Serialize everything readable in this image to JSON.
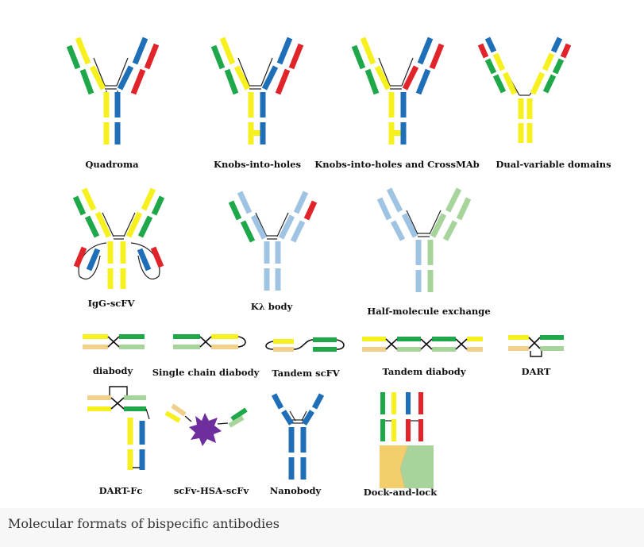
{
  "figure": {
    "formats": [
      {
        "id": "quadroma",
        "label": "Quadroma"
      },
      {
        "id": "knobs-into-holes",
        "label": "Knobs-into-holes"
      },
      {
        "id": "knobs-into-holes-crossmab",
        "label": "Knobs-into-holes and CrossMAb"
      },
      {
        "id": "dual-variable-domains",
        "label": "Dual-variable domains"
      },
      {
        "id": "igg-scfv",
        "label": "IgG-scFV"
      },
      {
        "id": "k-lambda-body",
        "label": "Kλ body"
      },
      {
        "id": "half-molecule-exchange",
        "label": "Half-molecule exchange"
      },
      {
        "id": "diabody",
        "label": "diabody"
      },
      {
        "id": "single-chain-diabody",
        "label": "Single chain diabody"
      },
      {
        "id": "tandem-scfv",
        "label": "Tandem scFV"
      },
      {
        "id": "tandem-diabody",
        "label": "Tandem diabody"
      },
      {
        "id": "dart",
        "label": "DART"
      },
      {
        "id": "dart-fc",
        "label": "DART-Fc"
      },
      {
        "id": "scfv-hsa-scfv",
        "label": "scFv-HSA-scFv"
      },
      {
        "id": "nanobody",
        "label": "Nanobody"
      },
      {
        "id": "dock-and-lock",
        "label": "Dock-and-lock"
      }
    ],
    "colors": {
      "yellow": "#f5f01e",
      "blue": "#1f6fb8",
      "green": "#1fa84a",
      "red": "#e0242a",
      "light_blue": "#9fc3e2",
      "light_green": "#a7d49b",
      "tan": "#f0d08a",
      "purple": "#6f2e9e"
    }
  },
  "caption": "Molecular formats of bispecific antibodies"
}
